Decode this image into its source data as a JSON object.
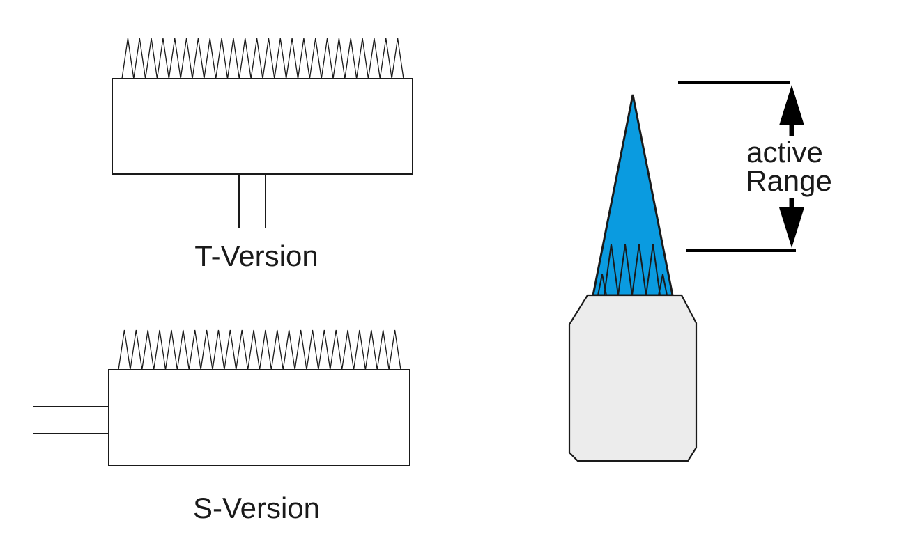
{
  "labels": {
    "t_version": "T-Version",
    "s_version": "S-Version",
    "active": "active",
    "range": "Range"
  },
  "colors": {
    "line": "#1a1a1a",
    "active_fill": "#0a9be0",
    "housing_fill": "#ececec",
    "background": "#ffffff"
  }
}
